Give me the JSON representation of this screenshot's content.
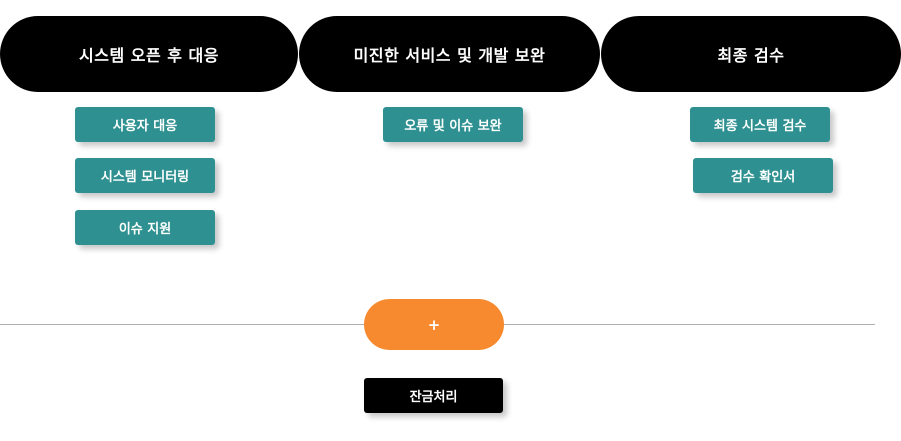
{
  "phases": [
    {
      "label": "시스템 오픈 후 대응",
      "tasks": [
        "사용자 대응",
        "시스템 모니터링",
        "이슈 지원"
      ]
    },
    {
      "label": "미진한 서비스 및 개발 보완",
      "tasks": [
        "오류 및 이슈 보완"
      ]
    },
    {
      "label": "최종 검수",
      "tasks": [
        "최종 시스템 검수",
        "검수 확인서"
      ]
    }
  ],
  "plus_label": "+",
  "remaining_task": "잔금처리",
  "colors": {
    "phase_bg": "#000000",
    "task_bg": "#2e9090",
    "plus_bg": "#f78a2e",
    "divider": "#b0b0b0"
  }
}
